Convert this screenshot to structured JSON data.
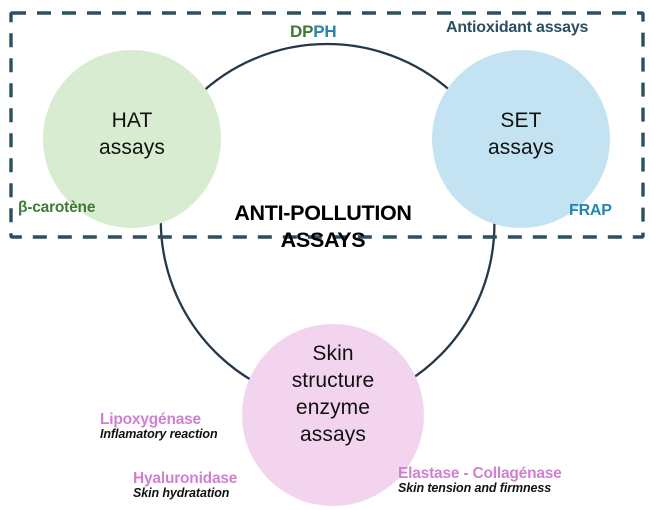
{
  "diagram": {
    "title": "ANTI-POLLUTION ASSAYS",
    "title_line1": "ANTI-POLLUTION",
    "title_line2": "ASSAYS",
    "dashed_box_label": "Antioxidant assays",
    "colors": {
      "dashed_border": "#2b4f61",
      "arc_line": "#24384a",
      "green_fill": "#d7ecd0",
      "blue_fill": "#c3e3f2",
      "pink_fill": "#f2d4ef",
      "green_text": "#3f7a39",
      "blue_text": "#2585b0",
      "teal_text": "#2b4f61",
      "pink_text": "#d17fd2",
      "title_text": "#000000",
      "body_text": "#111111"
    },
    "nodes": [
      {
        "id": "hat",
        "label_lines": [
          "HAT",
          "assays"
        ],
        "fill": "#d7ecd0"
      },
      {
        "id": "set",
        "label_lines": [
          "SET",
          "assays"
        ],
        "fill": "#c3e3f2"
      },
      {
        "id": "skin",
        "label_lines": [
          "Skin",
          "structure",
          "enzyme",
          "assays"
        ],
        "fill": "#f2d4ef"
      }
    ],
    "assay_labels": [
      {
        "id": "dpph",
        "text_part1": "DP",
        "text_part2": "PH",
        "color1": "#3f7a39",
        "color2": "#2585b0"
      },
      {
        "id": "beta-carotene",
        "text": "β-carotène",
        "color": "#3f7a39"
      },
      {
        "id": "frap",
        "text": "FRAP",
        "color": "#2585b0"
      },
      {
        "id": "lipoxygenase",
        "text": "Lipoxygénase",
        "subtitle": "Inflamatory reaction",
        "color": "#d17fd2"
      },
      {
        "id": "hyaluronidase",
        "text": "Hyaluronidase",
        "subtitle": "Skin hydratation",
        "color": "#d17fd2"
      },
      {
        "id": "elastase-collagenase",
        "text": "Elastase - Collagénase",
        "subtitle": "Skin tension and firmness",
        "color": "#d17fd2"
      }
    ]
  }
}
